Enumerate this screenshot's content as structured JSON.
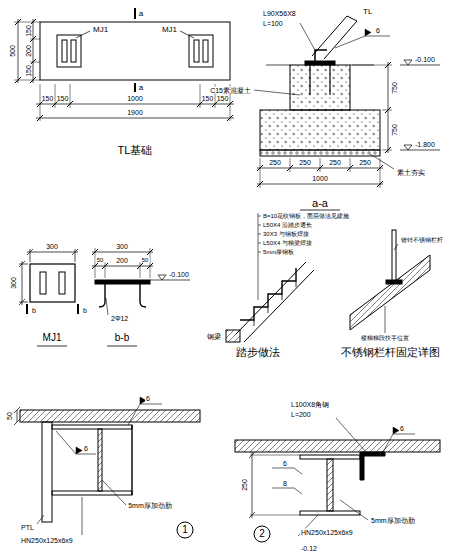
{
  "diagram": {
    "nodes": [
      {
        "text": [
          "1"
        ]
      },
      {
        "text": [
          "2"
        ]
      }
    ],
    "labels": [
      "MJ1",
      "MJ1",
      "a",
      "a",
      "150",
      "200",
      "150",
      "500",
      "150",
      "150",
      "1000",
      "150",
      "150",
      "1900",
      "TL基础",
      "L90X56X8",
      "L=100",
      "TL",
      "6",
      "C15素混凝土",
      "-0.100",
      "-1.800",
      "750",
      "750",
      "250",
      "250",
      "250",
      "250",
      "1000",
      "素土夯实",
      "a-a",
      "300",
      "300",
      "b",
      "b",
      "MJ1",
      "300",
      "50",
      "200",
      "50",
      "2Φ12",
      "-0.100",
      "b-b",
      "踏步做法",
      "B=10花纹钢板，面层做法见建施",
      "L50X4 沿踏步通长",
      "30X3 与钢板焊接",
      "L50X4 与梯梁焊接",
      "5mm厚钢板",
      "钢梁",
      "镀锌不锈钢栏杆",
      "楼梯梯段扶手位置",
      "不锈钢栏杆固定详图",
      "50",
      "6",
      "6",
      "5mm厚加劲肋",
      "PTL",
      "HN250x125x6x9",
      "L100X8角钢",
      "L=200",
      "6",
      "6",
      "8",
      "250",
      "HN250x125x6x9",
      "5mm厚加劲肋",
      "-0.12"
    ]
  }
}
